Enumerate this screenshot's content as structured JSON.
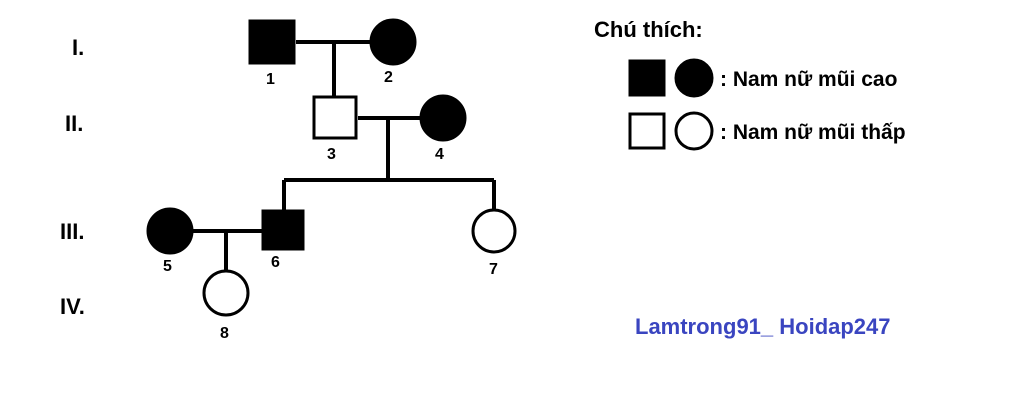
{
  "generations": [
    "I.",
    "II.",
    "III.",
    "IV."
  ],
  "individuals": [
    {
      "id": "1",
      "sex": "male",
      "trait": "high"
    },
    {
      "id": "2",
      "sex": "female",
      "trait": "high"
    },
    {
      "id": "3",
      "sex": "male",
      "trait": "low"
    },
    {
      "id": "4",
      "sex": "female",
      "trait": "high"
    },
    {
      "id": "5",
      "sex": "female",
      "trait": "high"
    },
    {
      "id": "6",
      "sex": "male",
      "trait": "high"
    },
    {
      "id": "7",
      "sex": "female",
      "trait": "low"
    },
    {
      "id": "8",
      "sex": "female",
      "trait": "low"
    }
  ],
  "legend": {
    "title": "Chú thích:",
    "filled_label": ": Nam nữ mũi cao",
    "open_label": ": Nam nữ mũi thấp"
  },
  "credit": "Lamtrong91_ Hoidap247",
  "colors": {
    "affected": "#000000",
    "unaffected": "#ffffff",
    "line": "#000000",
    "credit": "#3a45c0"
  }
}
